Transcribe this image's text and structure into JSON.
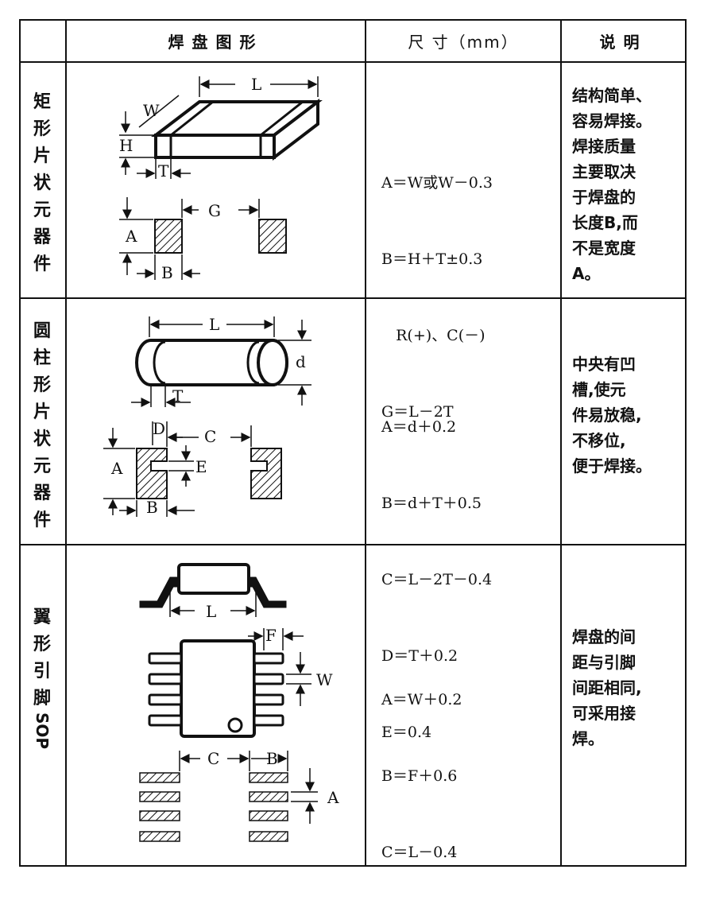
{
  "header": {
    "col_graphic": "焊盘图形",
    "col_dim": "尺  寸（mm）",
    "col_note": "说明"
  },
  "rows": [
    {
      "label": [
        "矩",
        "形",
        "片",
        "状",
        "元",
        "器",
        "件"
      ],
      "formulas": [
        "A＝W或W－0.3",
        "B＝H＋T±0.3",
        "   R(+)、C(－)",
        "G＝L－2T"
      ],
      "note": [
        "结构简单、",
        "容易焊接。",
        "焊接质量",
        "主要取决",
        "于焊盘的",
        "长度B,而",
        "不是宽度",
        "A。"
      ],
      "fig_labels": {
        "L": "L",
        "W": "W",
        "H": "H",
        "T": "T",
        "G": "G",
        "A": "A",
        "B": "B"
      }
    },
    {
      "label": [
        "圆",
        "柱",
        "形",
        "片",
        "状",
        "元",
        "器",
        "件"
      ],
      "formulas": [
        "A＝d＋0.2",
        "B＝d＋T＋0.5",
        "C＝L－2T－0.4",
        "D＝T＋0.2",
        "E＝0.4"
      ],
      "note": [
        "中央有凹",
        "槽,使元",
        "件易放稳,",
        "不移位,",
        "便于焊接。"
      ],
      "fig_labels": {
        "L": "L",
        "d": "d",
        "T": "T",
        "D": "D",
        "C": "C",
        "A": "A",
        "E": "E",
        "B": "B"
      }
    },
    {
      "label": [
        "翼",
        "形",
        "引",
        "脚",
        "SOP"
      ],
      "formulas": [
        "A＝W＋0.2",
        "B＝F＋0.6",
        "C＝L－0.4"
      ],
      "note": [
        "焊盘的间",
        "距与引脚",
        "间距相同,",
        "可采用接",
        "焊。"
      ],
      "fig_labels": {
        "L": "L",
        "F": "F",
        "W": "W",
        "C": "C",
        "B": "B",
        "A": "A"
      }
    }
  ]
}
